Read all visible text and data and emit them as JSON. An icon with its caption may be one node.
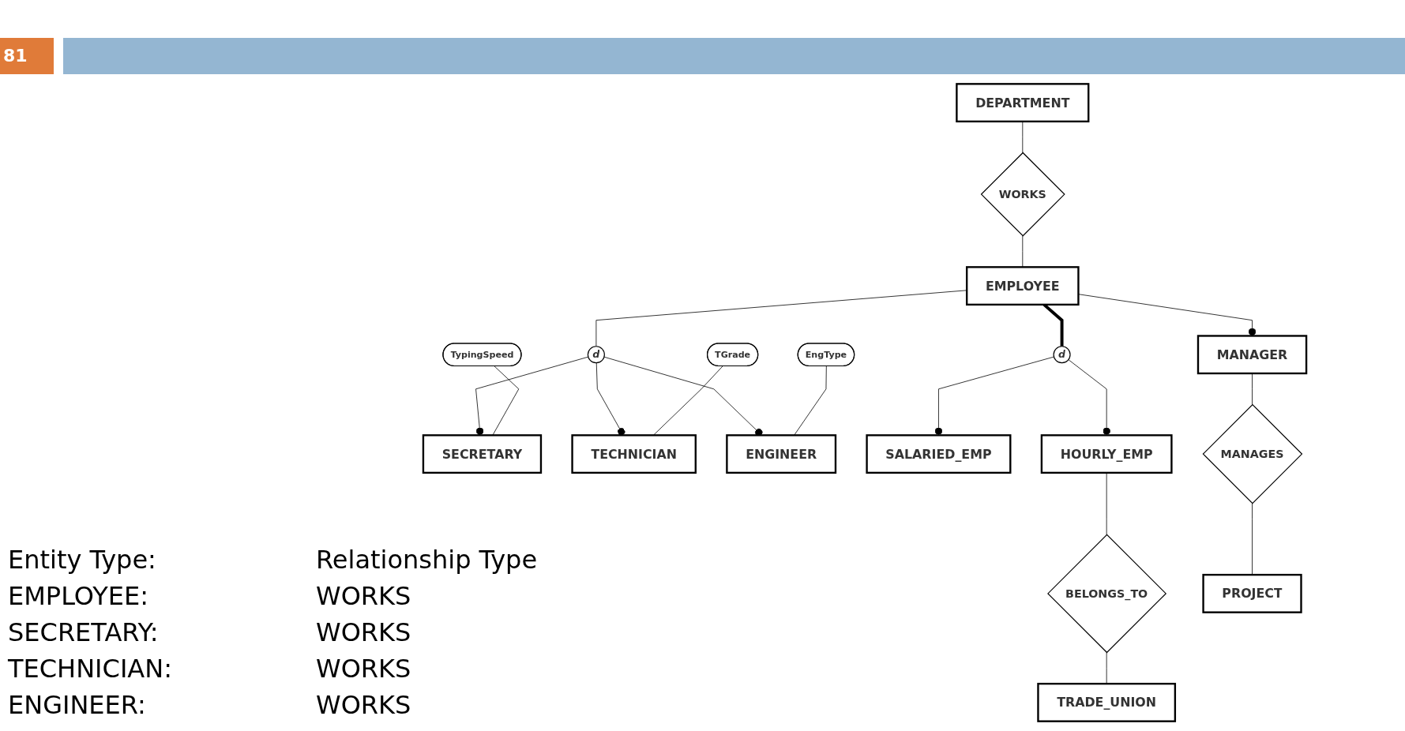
{
  "diagram": {
    "nodes": [
      {
        "text": [
          "DEPARTMENT"
        ]
      },
      {
        "text": [
          "WORKS"
        ]
      },
      {
        "text": [
          "EMPLOYEE"
        ]
      },
      {
        "text": [
          "d"
        ]
      },
      {
        "text": [
          "d"
        ]
      },
      {
        "text": [
          "TypingSpeed"
        ]
      },
      {
        "text": [
          "TGrade"
        ]
      },
      {
        "text": [
          "EngType"
        ]
      },
      {
        "text": [
          "MANAGER"
        ]
      },
      {
        "text": [
          "HOURLY_EMP"
        ]
      },
      {
        "text": [
          "SECRETARY"
        ]
      },
      {
        "text": [
          "TECHNICIAN"
        ]
      },
      {
        "text": [
          "ENGINEER"
        ]
      },
      {
        "text": [
          "SALARIED_EMP"
        ]
      },
      {
        "text": [
          "MANAGES"
        ]
      },
      {
        "text": [
          "BELONGS_TO"
        ]
      },
      {
        "text": [
          "PROJECT"
        ]
      },
      {
        "text": [
          "TRADE_UNION"
        ]
      }
    ],
    "edges": [
      {
        "from": 0,
        "to": 1,
        "arrow": "none"
      },
      {
        "from": 1,
        "to": 2,
        "arrow": "none"
      },
      {
        "from": 2,
        "to": 3,
        "arrow": "none"
      },
      {
        "from": 3,
        "to": 10,
        "arrow": "other"
      },
      {
        "from": 3,
        "to": 11,
        "arrow": "other"
      },
      {
        "from": 3,
        "to": 12,
        "arrow": "other"
      },
      {
        "from": 2,
        "to": 8,
        "arrow": "other"
      },
      {
        "from": 2,
        "to": 4,
        "arrow": "none",
        "style": "thick"
      },
      {
        "from": 4,
        "to": 13,
        "arrow": "other"
      },
      {
        "from": 4,
        "to": 9,
        "arrow": "other"
      },
      {
        "from": 5,
        "to": 10,
        "arrow": "none"
      },
      {
        "from": 6,
        "to": 11,
        "arrow": "none"
      },
      {
        "from": 7,
        "to": 12,
        "arrow": "none"
      },
      {
        "from": 8,
        "to": 14,
        "arrow": "none"
      },
      {
        "from": 14,
        "to": 16,
        "arrow": "none"
      },
      {
        "from": 9,
        "to": 15,
        "arrow": "none"
      },
      {
        "from": 15,
        "to": 17,
        "arrow": "none"
      }
    ],
    "labels": [
      "81",
      "Entity Type:",
      "Relationship Type",
      "EMPLOYEE:",
      "WORKS",
      "SECRETARY:",
      "WORKS",
      "TECHNICIAN:",
      "WORKS",
      "ENGINEER:",
      "WORKS"
    ]
  }
}
